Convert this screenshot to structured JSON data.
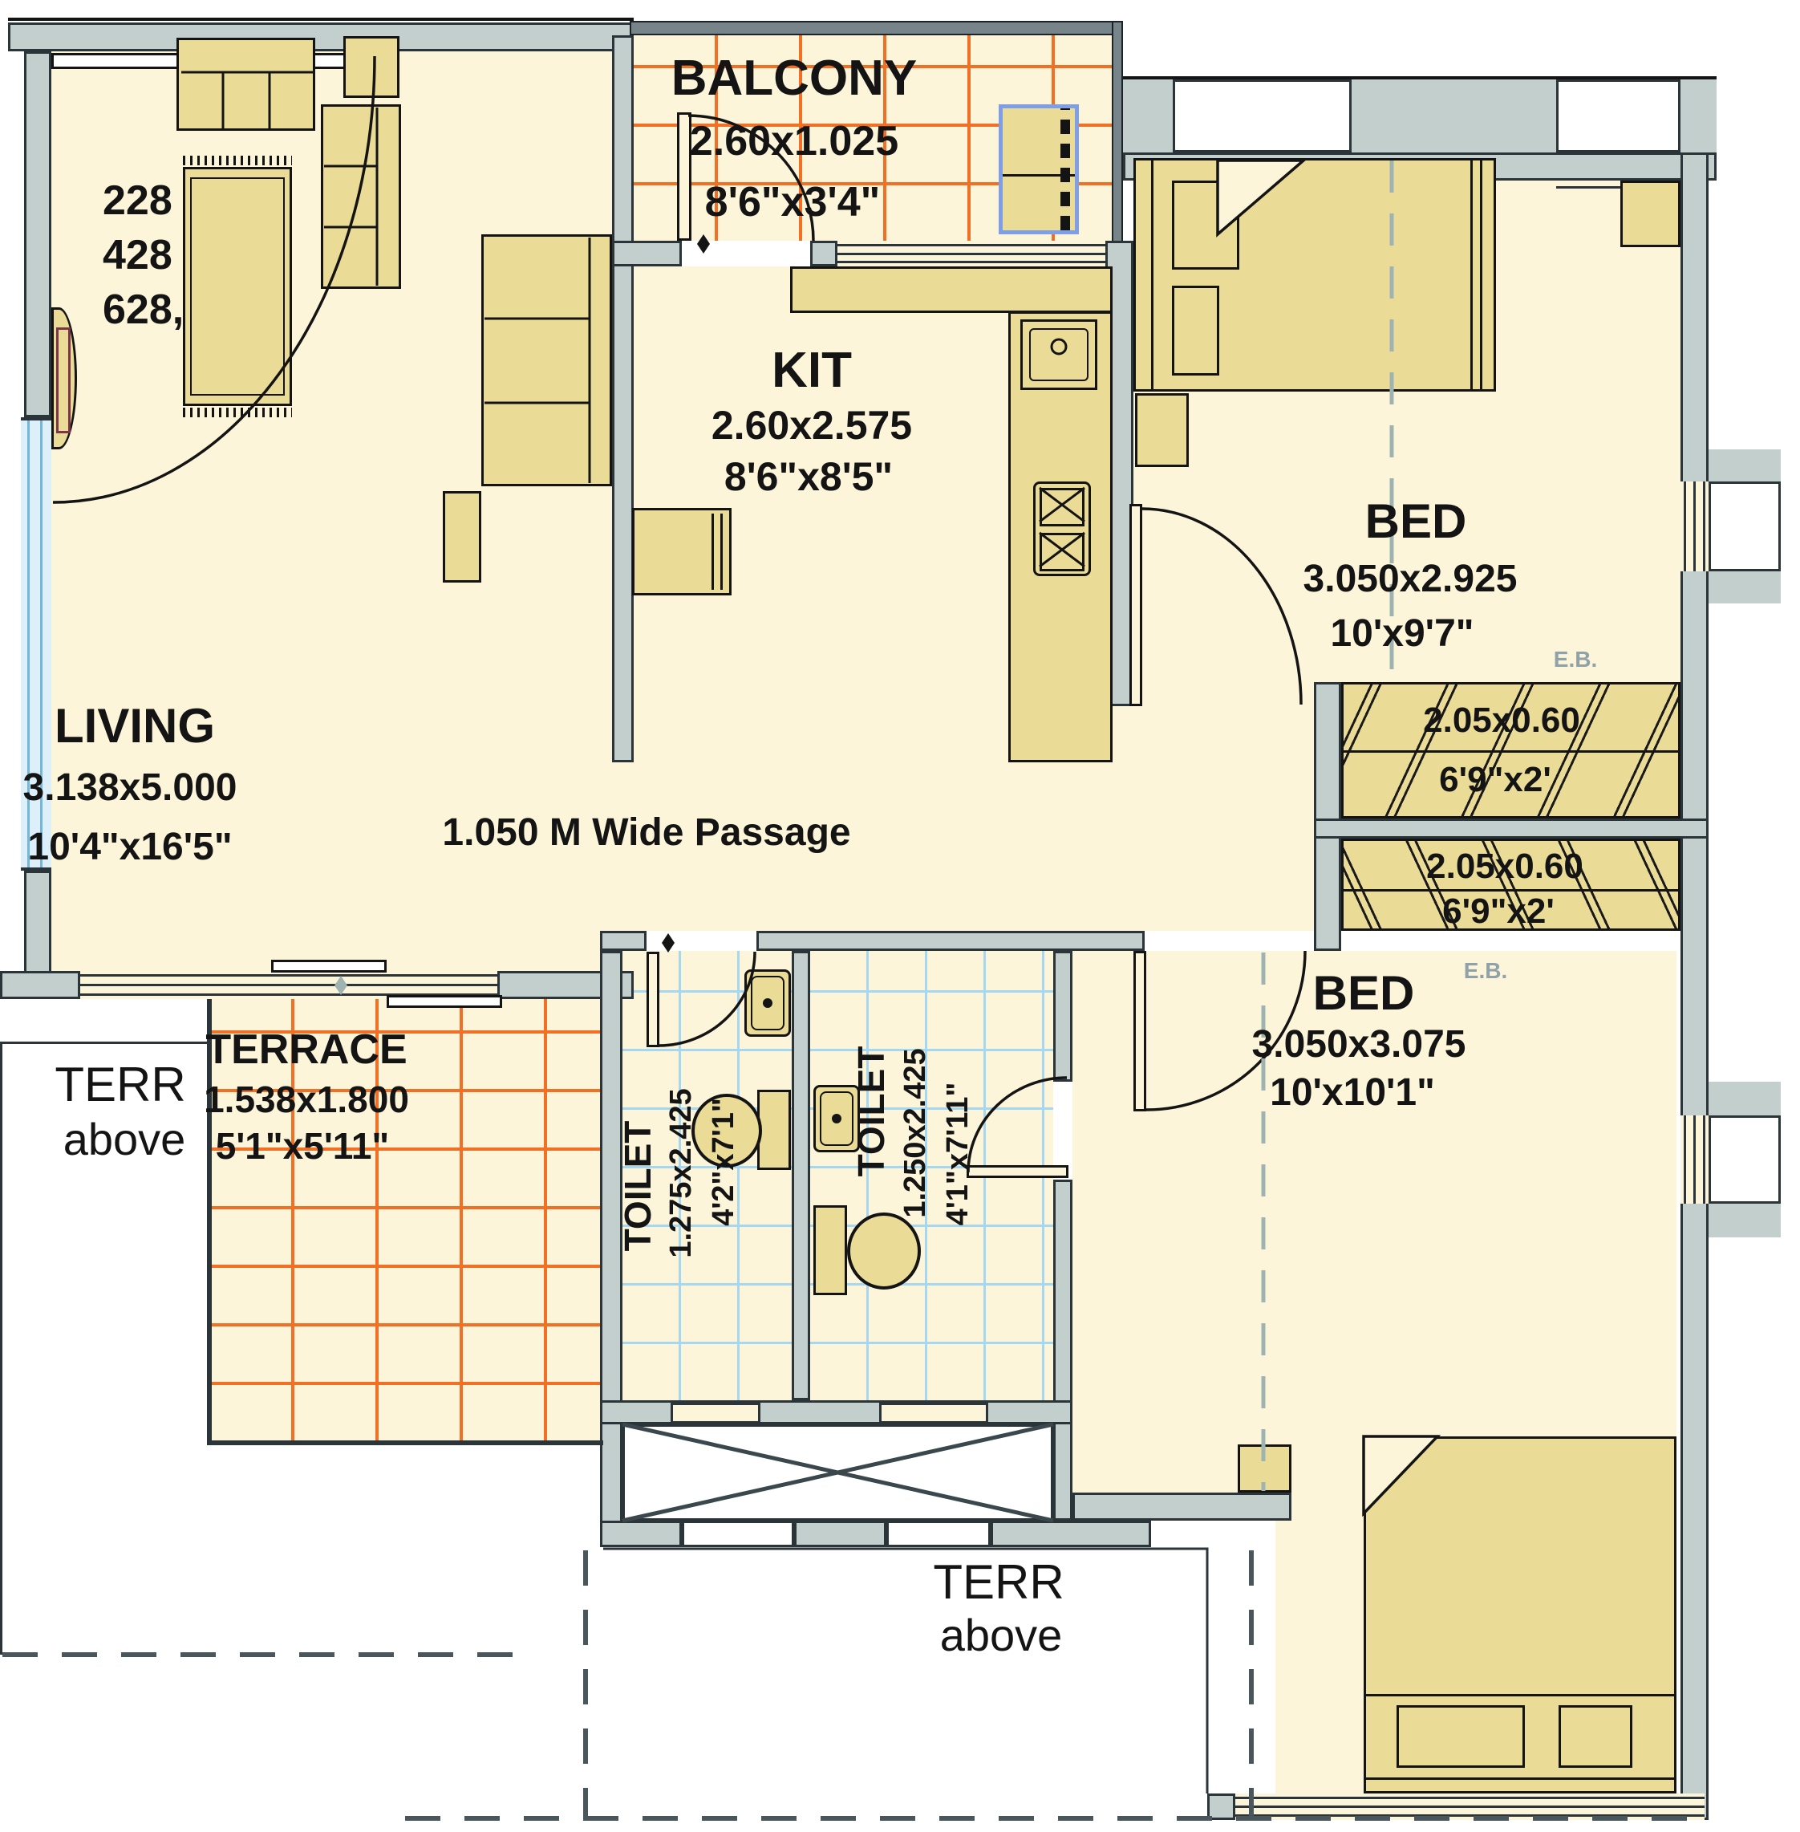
{
  "drawing_type": "residential floor plan",
  "unit_numbers": [
    "228",
    "428",
    "628,"
  ],
  "rooms": {
    "living": {
      "name": "LIVING",
      "metric": "3.138x5.000",
      "imperial": "10'4\"x16'5\""
    },
    "balcony": {
      "name": "BALCONY",
      "metric": "2.60x1.025",
      "imperial": "8'6\"x3'4\""
    },
    "kitchen": {
      "name": "KIT",
      "metric": "2.60x2.575",
      "imperial": "8'6\"x8'5\""
    },
    "bed1": {
      "name": "BED",
      "metric": "3.050x2.925",
      "imperial": "10'x9'7\""
    },
    "bed2": {
      "name": "BED",
      "metric": "3.050x3.075",
      "imperial": "10'x10'1\""
    },
    "toilet1": {
      "name": "TOILET",
      "metric": "1.275x2.425",
      "imperial": "4'2\"x7'1\""
    },
    "toilet2": {
      "name": "TOILET",
      "metric": "1.250x2.425",
      "imperial": "4'1\"x7'11\""
    },
    "terrace": {
      "name": "TERRACE",
      "metric": "1.538x1.800",
      "imperial": "5'1\"x5'11\""
    },
    "passage": {
      "label": "1.050 M Wide Passage"
    },
    "wardrobe": {
      "metric": "2.05x0.60",
      "imperial": "6'9\"x2'"
    }
  },
  "annotations": {
    "terr_above_line1": "TERR",
    "terr_above_line2": "above",
    "electrical_board": "E.B."
  },
  "colors": {
    "room_floor": "#FCF5D9",
    "furniture": "#EADC96",
    "wall": "#C3CFCD",
    "balcony_tile_line": "#F26F26",
    "toilet_tile_line": "#A6D7F0",
    "washing_machine_outline": "#7E9FE8",
    "grid_dash": "#9FB3B3",
    "eb_text": "#8FA1A9",
    "tv_outline": "#7A3648"
  }
}
